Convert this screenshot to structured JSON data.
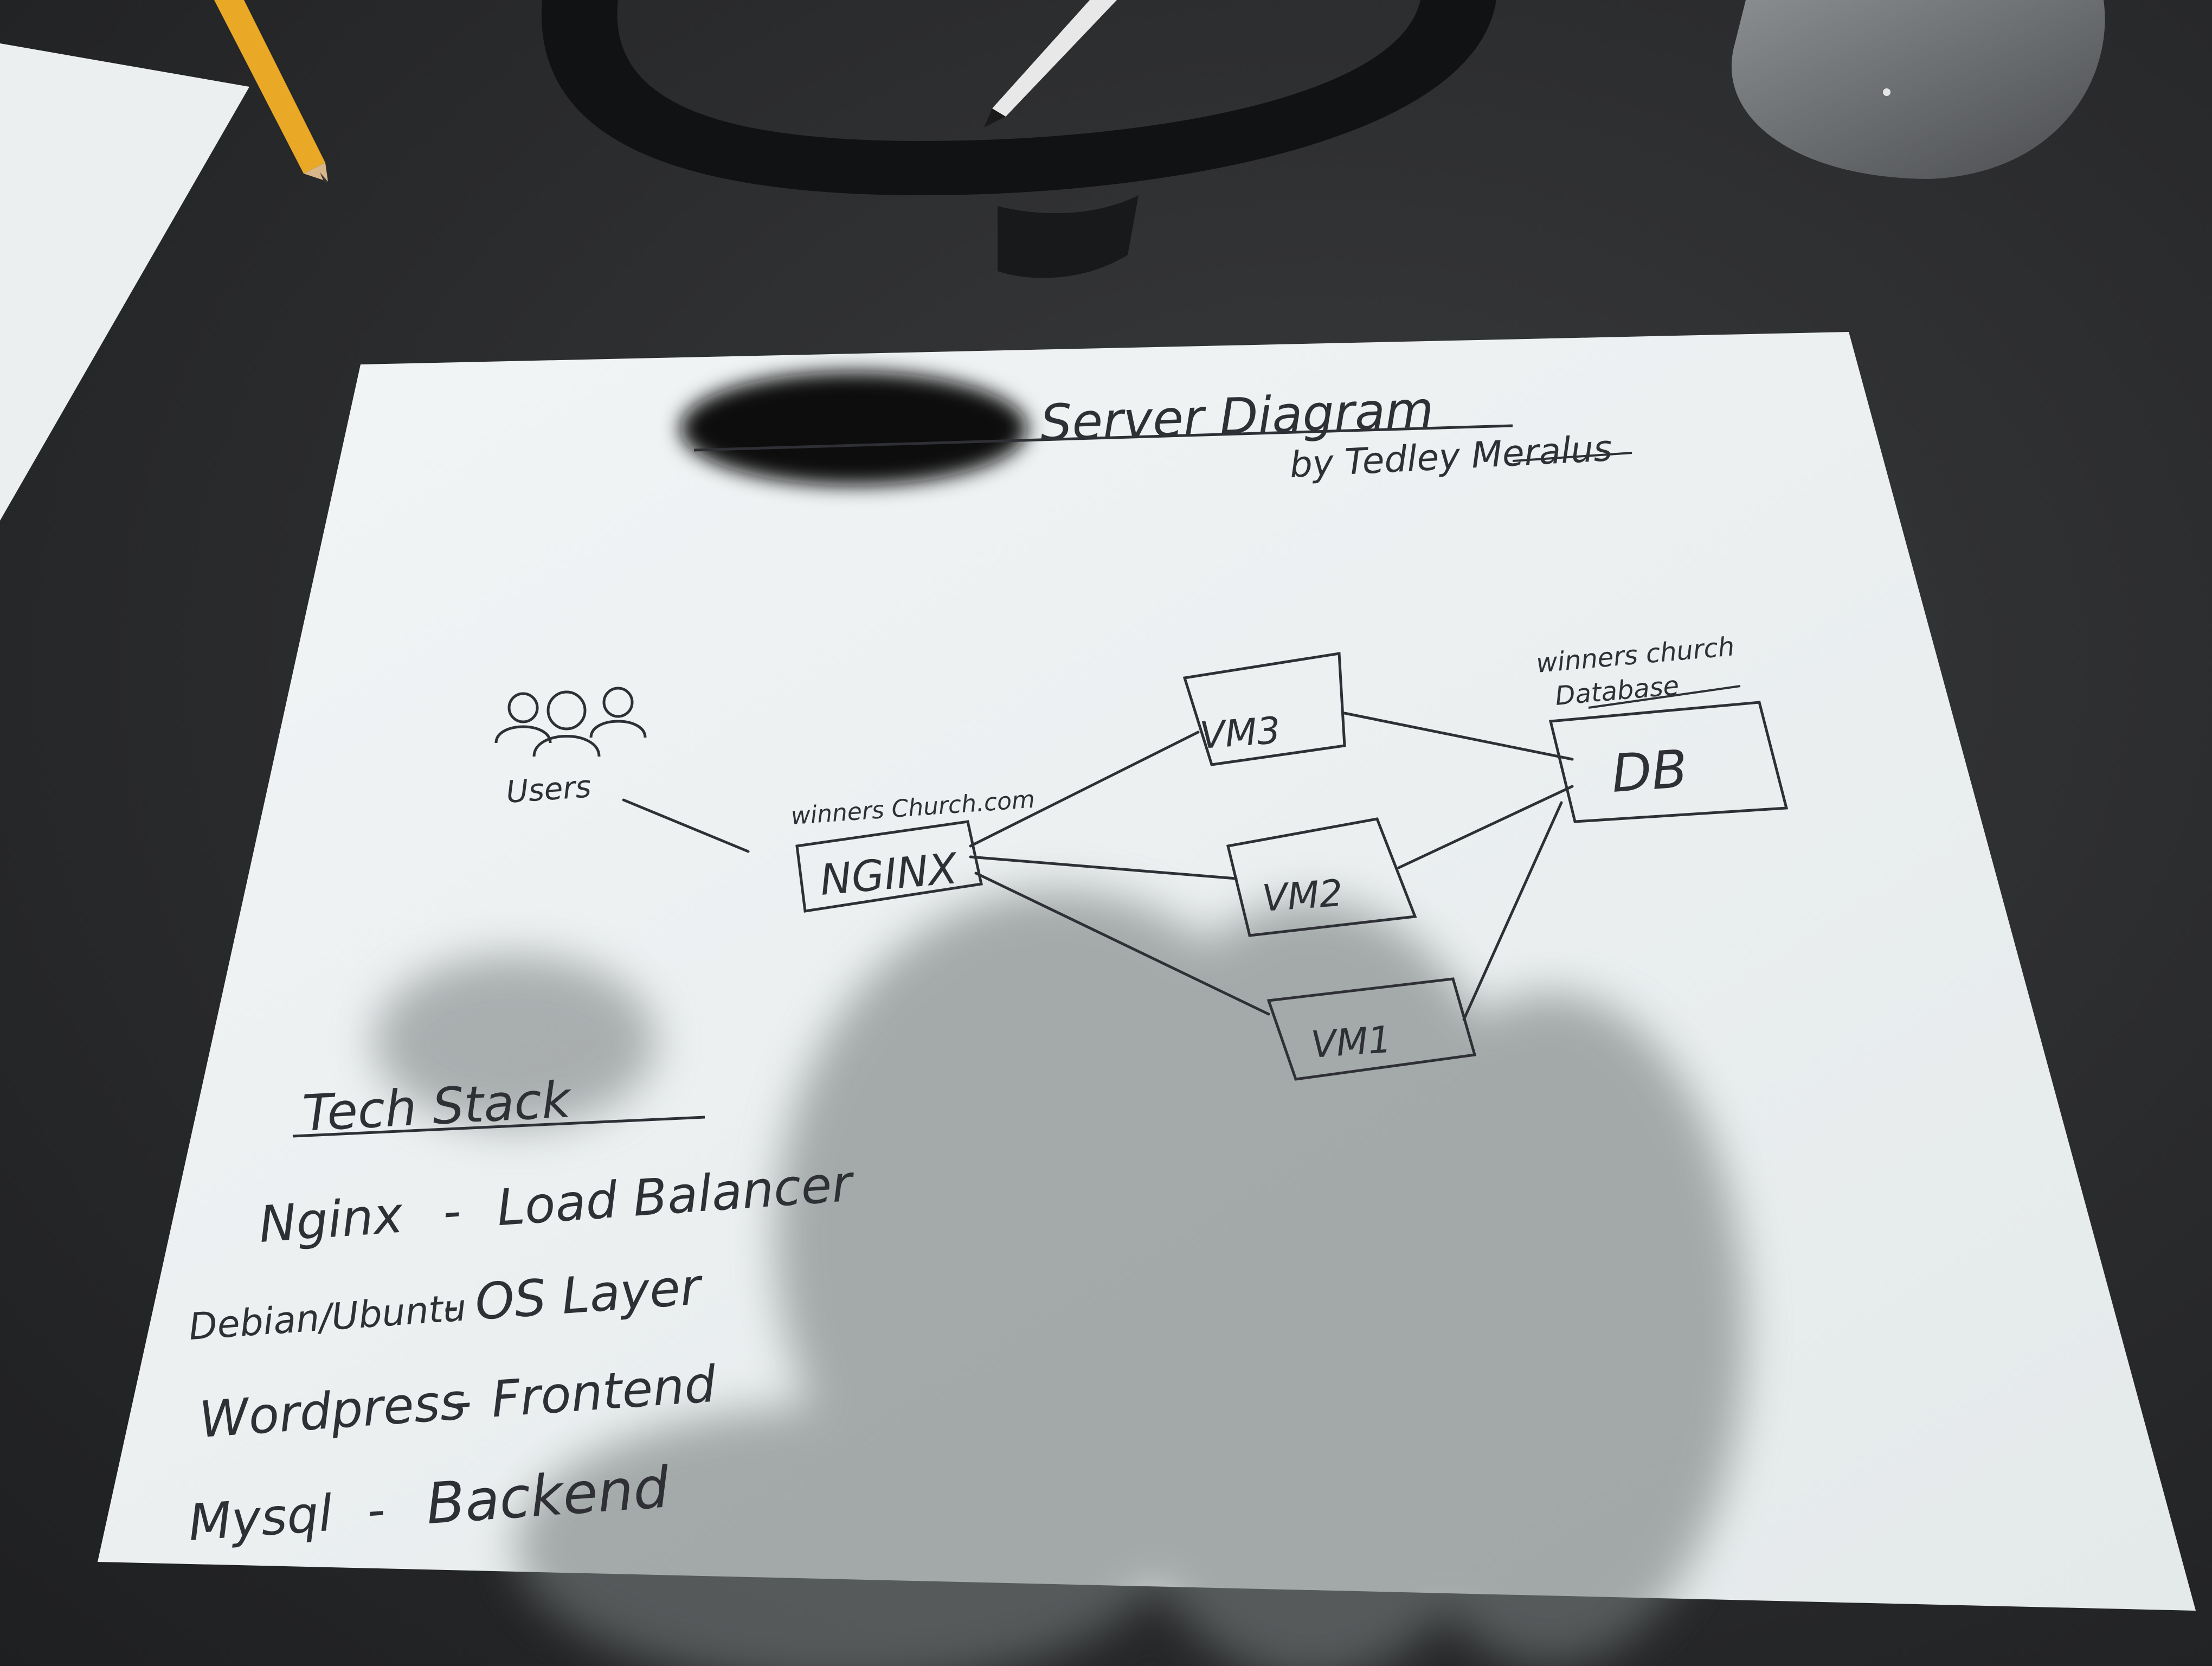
{
  "diagram": {
    "title": "Server Diagram",
    "author": "by Tedley Meralus",
    "users_label": "Users",
    "domain_label": "winners Church.com",
    "nginx_label": "NGINX",
    "vm3_label": "VM3",
    "vm2_label": "VM2",
    "vm1_label": "VM1",
    "db_caption_line1": "winners church",
    "db_caption_line2": "Database",
    "db_label": "DB"
  },
  "tech_stack": {
    "heading": "Tech Stack",
    "items": [
      {
        "name": "Nginx",
        "role": "Load Balancer"
      },
      {
        "name": "Debian/Ubuntu",
        "role": "OS Layer"
      },
      {
        "name": "Wordpress",
        "role": "Frontend"
      },
      {
        "name": "Mysql",
        "role": "Backend"
      }
    ]
  },
  "colors": {
    "desk": "#2b2c2e",
    "paper": "#eef2f3",
    "ink": "#2e3036",
    "redaction": "#0b0b0c",
    "shadow": "#6e7374"
  },
  "icons": [
    "users-icon",
    "pencil-icon",
    "pen-icon",
    "headset-icon",
    "mouse-icon"
  ]
}
